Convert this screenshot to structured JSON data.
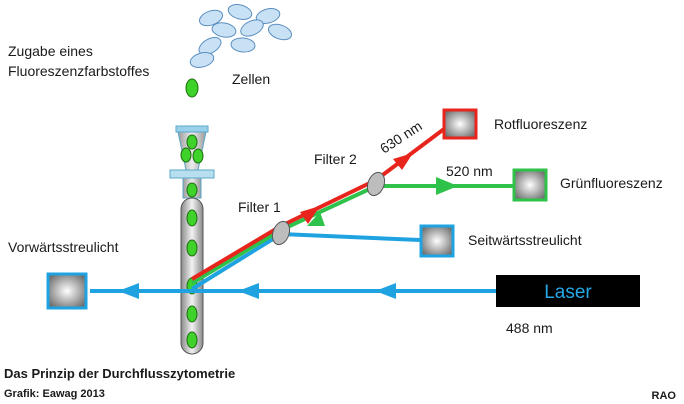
{
  "labels": {
    "dye": [
      "Zugabe eines",
      "Fluoreszenzfarbstoffes"
    ],
    "cells": "Zellen",
    "forward": "Vorwärtsstreulicht",
    "filter1": "Filter 1",
    "filter2": "Filter 2",
    "wl_red": "630 nm",
    "wl_green": "520 nm",
    "red_fluor": "Rotfluoreszenz",
    "green_fluor": "Grünfluoreszenz",
    "side": "Seitwärtsstreulicht",
    "laser": "Laser",
    "wl_laser": "488 nm"
  },
  "caption": {
    "title": "Das Prinzip der Durchflusszytometrie",
    "credit": "Grafik: Eawag 2013",
    "signature": "RAO"
  },
  "colors": {
    "blue": "#1fa3e0",
    "green": "#2fc24a",
    "red": "#e8251d",
    "cell_green": "#3fd22a",
    "cell_blue": "#c9e1f5",
    "laser_box": "#000000",
    "laser_text": "#27a8e6"
  }
}
